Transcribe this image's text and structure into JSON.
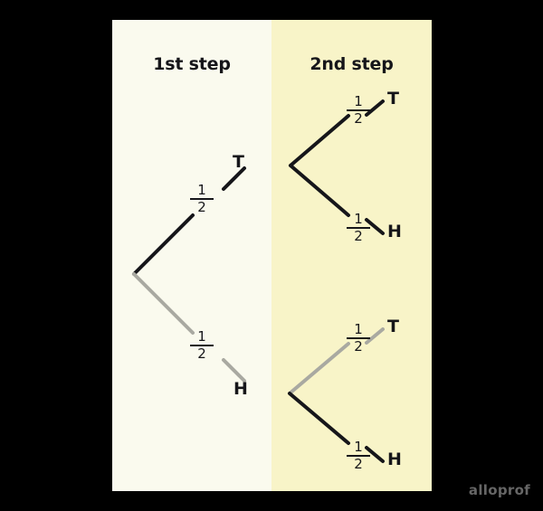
{
  "figure": {
    "type": "probability-tree-diagram",
    "background_color": "#000000",
    "watermark": "alloprof"
  },
  "panels": [
    {
      "id": "first-step",
      "title": "1st step",
      "background_color": "#FAFAEE"
    },
    {
      "id": "second-step",
      "title": "2nd step",
      "background_color": "#F8F4C8"
    }
  ],
  "colors": {
    "branch_black": "#16161a",
    "branch_gray": "#a9a9a1",
    "text": "#16161a",
    "watermark": "#666666"
  },
  "tree": {
    "step1": {
      "branches": [
        {
          "id": "s1-T",
          "label": "1/2",
          "numerator": "1",
          "denominator": "2",
          "outcome": "T",
          "color": "#16161a"
        },
        {
          "id": "s1-H",
          "label": "1/2",
          "numerator": "1",
          "denominator": "2",
          "outcome": "H",
          "color": "#a9a9a1"
        }
      ]
    },
    "step2": {
      "groups": [
        {
          "id": "after-T",
          "branches": [
            {
              "id": "s2-T-T",
              "label": "1/2",
              "numerator": "1",
              "denominator": "2",
              "outcome": "T",
              "color": "#16161a"
            },
            {
              "id": "s2-T-H",
              "label": "1/2",
              "numerator": "1",
              "denominator": "2",
              "outcome": "H",
              "color": "#16161a"
            }
          ]
        },
        {
          "id": "after-H",
          "branches": [
            {
              "id": "s2-H-T",
              "label": "1/2",
              "numerator": "1",
              "denominator": "2",
              "outcome": "T",
              "color": "#a9a9a1"
            },
            {
              "id": "s2-H-H",
              "label": "1/2",
              "numerator": "1",
              "denominator": "2",
              "outcome": "H",
              "color": "#16161a"
            }
          ]
        }
      ]
    }
  }
}
